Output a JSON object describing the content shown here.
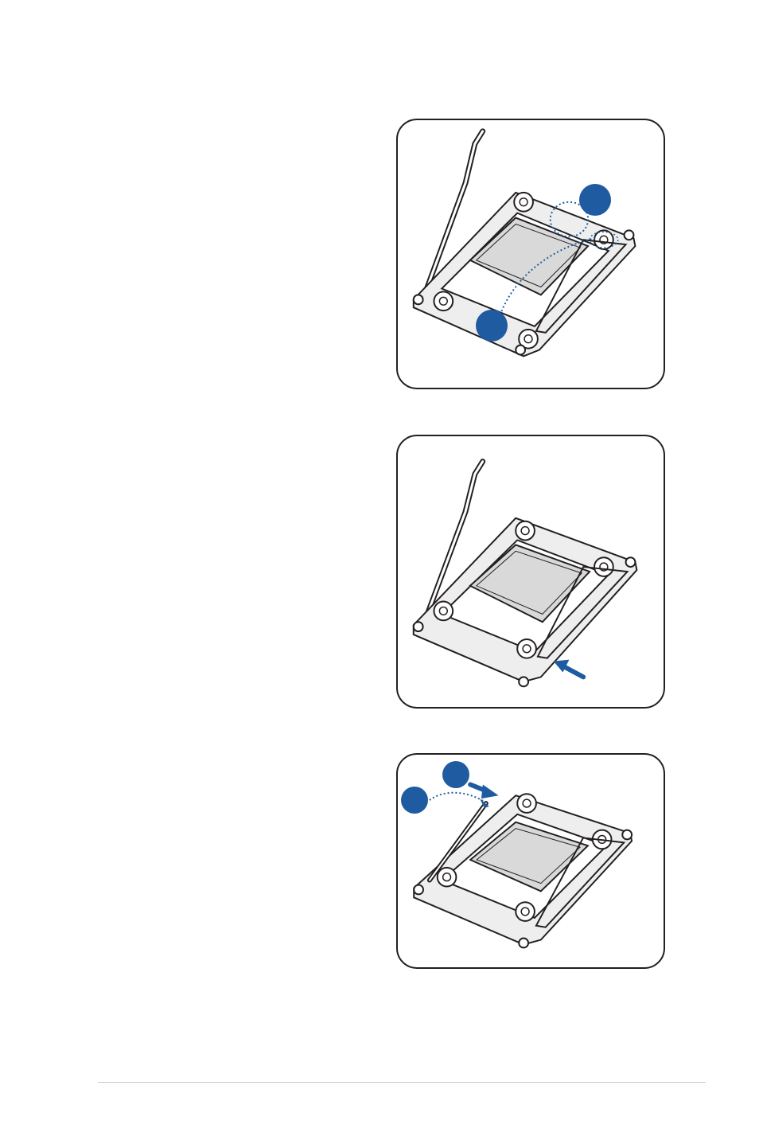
{
  "figures": [
    {
      "id": "fig-1",
      "step_labels": [
        "",
        ""
      ],
      "callouts": [
        "dotted-circle-latch",
        "dotted-arc-lever"
      ]
    },
    {
      "id": "fig-2",
      "step_labels": [],
      "callouts": [
        "press-arrow"
      ]
    },
    {
      "id": "fig-3",
      "step_labels": [
        "",
        ""
      ],
      "callouts": [
        "push-arrow",
        "dotted-arc-arrow"
      ]
    }
  ],
  "colors": {
    "accent": "#1f5ba0",
    "line": "#231f20",
    "socket_fill": "#d9d9d9",
    "plate_fill": "#eeeeee",
    "rule": "#c8c8c8"
  },
  "icons": [
    "cpu-socket-illustration",
    "load-lever-icon",
    "arrow-icon"
  ]
}
